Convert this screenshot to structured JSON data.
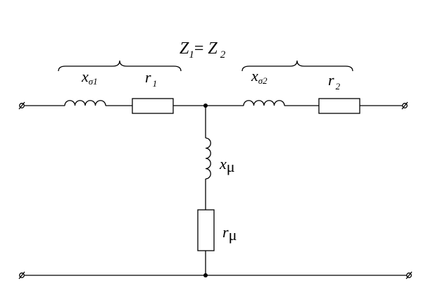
{
  "formula": {
    "lhs_main": "Z",
    "lhs_sub": "1",
    "eq": "= ",
    "rhs_main": "Z",
    "rhs_sub": "2"
  },
  "labels": {
    "x_sigma1": {
      "main": "x",
      "sub": "σ1"
    },
    "r1": {
      "main": "r",
      "sub": "1"
    },
    "x_sigma2": {
      "main": "x",
      "sub": "σ2"
    },
    "r2": {
      "main": "r",
      "sub": "2"
    },
    "x_mu": {
      "main": "x",
      "sub": "μ"
    },
    "r_mu": {
      "main": "r",
      "sub": "μ"
    }
  }
}
